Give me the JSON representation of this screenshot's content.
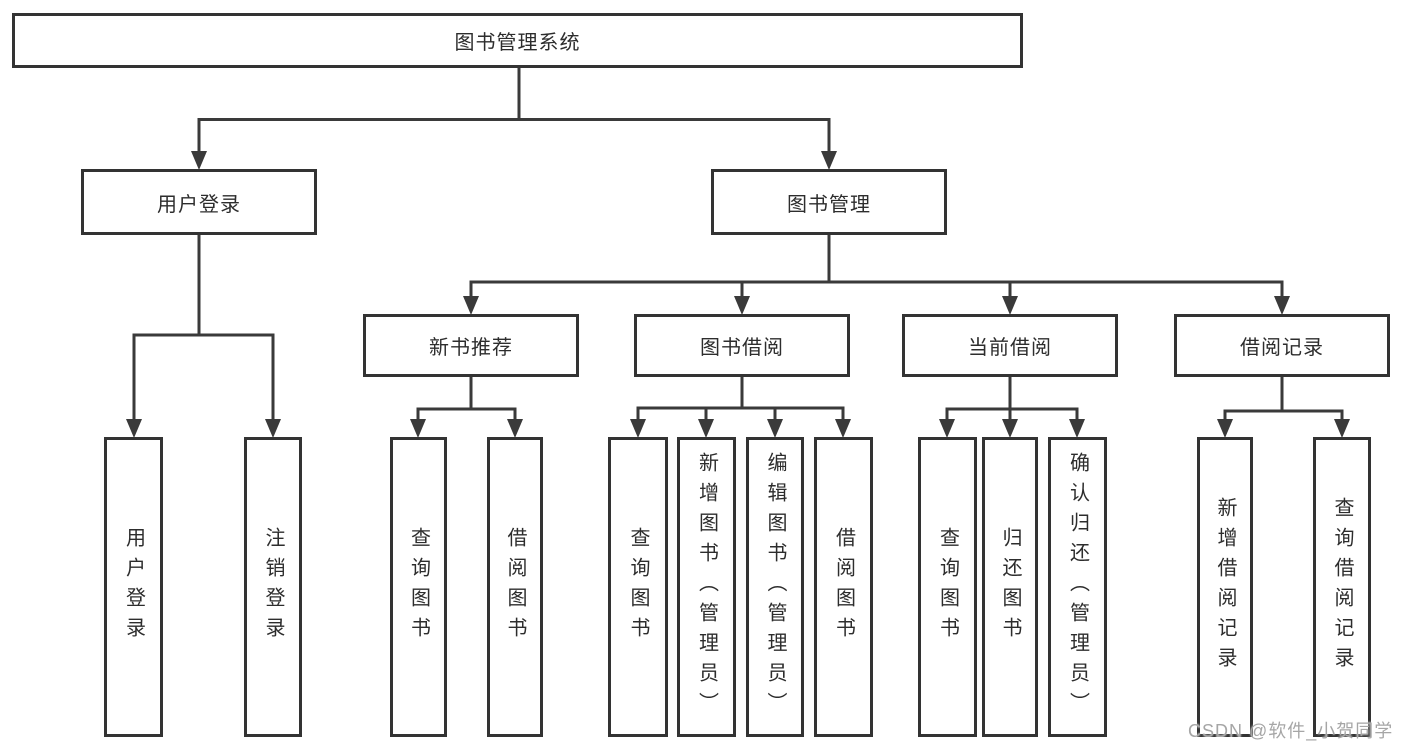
{
  "diagram": {
    "title": "图书管理系统",
    "watermark": "CSDN @软件_小贺同学",
    "colors": {
      "background": "#ffffff",
      "box_border": "#333333",
      "connector_line": "#3a3a3a",
      "text": "#2d2d2d",
      "watermark_text": "#a6a6a6"
    }
  },
  "nodes": {
    "root": {
      "label": "图书管理系统"
    },
    "user_login": {
      "label": "用户登录"
    },
    "book_management": {
      "label": "图书管理"
    },
    "user_login_action": {
      "label": "用户登录"
    },
    "logout_action": {
      "label": "注销登录"
    },
    "new_book_recommend": {
      "label": "新书推荐"
    },
    "book_borrowing": {
      "label": "图书借阅"
    },
    "current_borrowing": {
      "label": "当前借阅"
    },
    "borrowing_records": {
      "label": "借阅记录"
    },
    "nbr_query_books": {
      "label": "查询图书"
    },
    "nbr_borrow_books": {
      "label": "借阅图书"
    },
    "bb_query_books": {
      "label": "查询图书"
    },
    "bb_add_books_admin": {
      "label": "新增图书（管理员）"
    },
    "bb_edit_books_admin": {
      "label": "编辑图书（管理员）"
    },
    "bb_borrow_books": {
      "label": "借阅图书"
    },
    "cb_query_books": {
      "label": "查询图书"
    },
    "cb_return_books": {
      "label": "归还图书"
    },
    "cb_confirm_return_admin": {
      "label": "确认归还（管理员）"
    },
    "br_add_record": {
      "label": "新增借阅记录"
    },
    "br_query_record": {
      "label": "查询借阅记录"
    }
  }
}
